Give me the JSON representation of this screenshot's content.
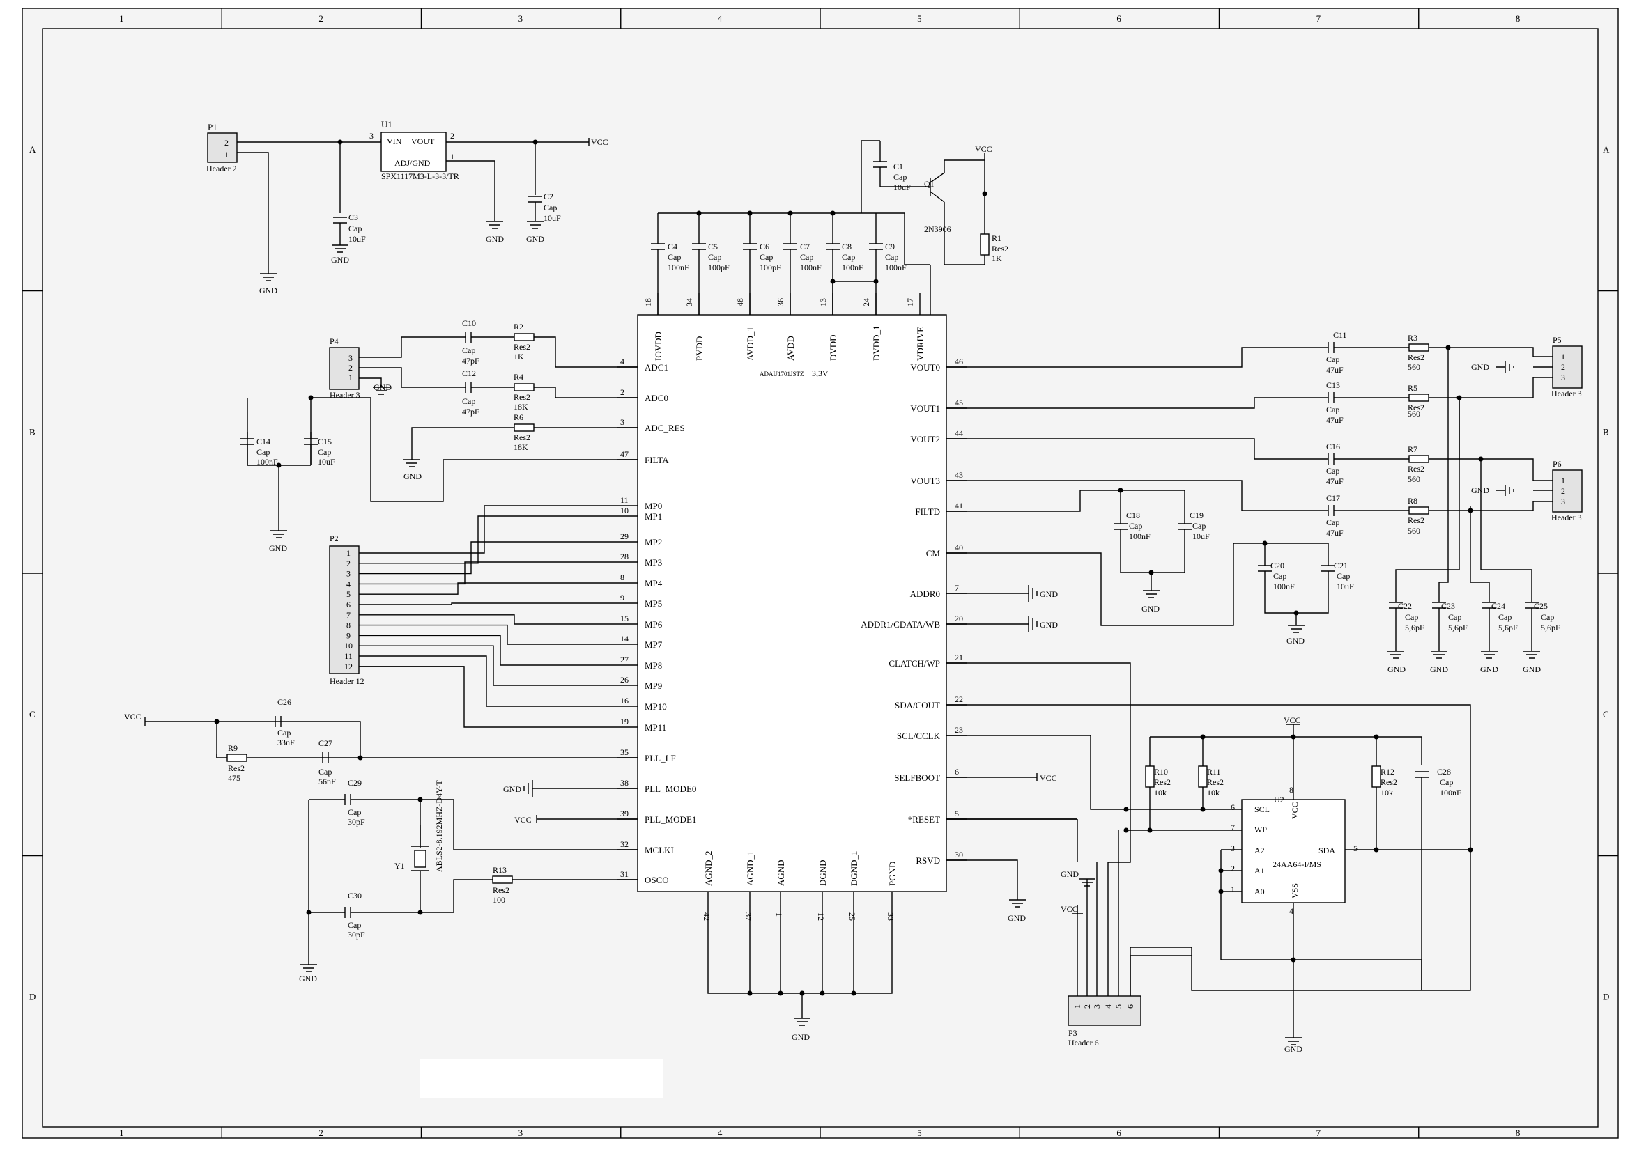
{
  "grid": {
    "columns": [
      "1",
      "2",
      "3",
      "4",
      "5",
      "6",
      "7",
      "8"
    ],
    "rows": [
      "A",
      "B",
      "C",
      "D"
    ]
  },
  "ic": {
    "part": "ADAU1701JSTZ",
    "voltage": "3,3V",
    "top_pins": [
      {
        "name": "IOVDD",
        "num": "18"
      },
      {
        "name": "PVDD",
        "num": "34"
      },
      {
        "name": "AVDD_1",
        "num": "48"
      },
      {
        "name": "AVDD",
        "num": "36"
      },
      {
        "name": "DVDD",
        "num": "13"
      },
      {
        "name": "DVDD_1",
        "num": "24"
      },
      {
        "name": "VDRIVE",
        "num": "17"
      }
    ],
    "left_pins": [
      {
        "name": "ADC1",
        "num": "4"
      },
      {
        "name": "ADC0",
        "num": "2"
      },
      {
        "name": "ADC_RES",
        "num": "3"
      },
      {
        "name": "FILTA",
        "num": "47"
      },
      {
        "name": "MP0",
        "num": "11"
      },
      {
        "name": "MP1",
        "num": "10"
      },
      {
        "name": "MP2",
        "num": "29"
      },
      {
        "name": "MP3",
        "num": "28"
      },
      {
        "name": "MP4",
        "num": "8"
      },
      {
        "name": "MP5",
        "num": "9"
      },
      {
        "name": "MP6",
        "num": "15"
      },
      {
        "name": "MP7",
        "num": "14"
      },
      {
        "name": "MP8",
        "num": "27"
      },
      {
        "name": "MP9",
        "num": "26"
      },
      {
        "name": "MP10",
        "num": "16"
      },
      {
        "name": "MP11",
        "num": "19"
      },
      {
        "name": "PLL_LF",
        "num": "35"
      },
      {
        "name": "PLL_MODE0",
        "num": "38"
      },
      {
        "name": "PLL_MODE1",
        "num": "39"
      },
      {
        "name": "MCLKI",
        "num": "32"
      },
      {
        "name": "OSCO",
        "num": "31"
      }
    ],
    "right_pins": [
      {
        "name": "VOUT0",
        "num": "46"
      },
      {
        "name": "VOUT1",
        "num": "45"
      },
      {
        "name": "VOUT2",
        "num": "44"
      },
      {
        "name": "VOUT3",
        "num": "43"
      },
      {
        "name": "FILTD",
        "num": "41"
      },
      {
        "name": "CM",
        "num": "40"
      },
      {
        "name": "ADDR0",
        "num": "7"
      },
      {
        "name": "ADDR1/CDATA/WB",
        "num": "20"
      },
      {
        "name": "CLATCH/WP",
        "num": "21"
      },
      {
        "name": "SDA/COUT",
        "num": "22"
      },
      {
        "name": "SCL/CCLK",
        "num": "23"
      },
      {
        "name": "SELFBOOT",
        "num": "6"
      },
      {
        "name": "*RESET",
        "num": "5"
      },
      {
        "name": "RSVD",
        "num": "30"
      }
    ],
    "bottom_pins": [
      {
        "name": "AGND_2",
        "num": "42"
      },
      {
        "name": "AGND_1",
        "num": "37"
      },
      {
        "name": "AGND",
        "num": "1"
      },
      {
        "name": "DGND",
        "num": "12"
      },
      {
        "name": "DGND_1",
        "num": "25"
      },
      {
        "name": "PGND",
        "num": "33"
      }
    ]
  },
  "nets": {
    "vcc": "VCC",
    "gnd": "GND"
  },
  "components": {
    "P1": {
      "ref": "P1",
      "type": "Header 2",
      "pins": [
        "2",
        "1"
      ]
    },
    "U1": {
      "ref": "U1",
      "part": "SPX1117M3-L-3-3/TR",
      "pin_vin": "VIN",
      "pin_vout": "VOUT",
      "pin_adj": "ADJ/GND",
      "n3": "3",
      "n2": "2",
      "n1": "1"
    },
    "C3": {
      "ref": "C3",
      "type": "Cap",
      "value": "10uF"
    },
    "C2": {
      "ref": "C2",
      "type": "Cap",
      "value": "10uF"
    },
    "C1": {
      "ref": "C1",
      "type": "Cap",
      "value": "10uF"
    },
    "Q1": {
      "ref": "Q1",
      "part": "2N3906"
    },
    "R1": {
      "ref": "R1",
      "type": "Res2",
      "value": "1K"
    },
    "C4": {
      "ref": "C4",
      "type": "Cap",
      "value": "100nF"
    },
    "C5": {
      "ref": "C5",
      "type": "Cap",
      "value": "100pF"
    },
    "C6": {
      "ref": "C6",
      "type": "Cap",
      "value": "100pF"
    },
    "C7": {
      "ref": "C7",
      "type": "Cap",
      "value": "100nF"
    },
    "C8": {
      "ref": "C8",
      "type": "Cap",
      "value": "100nF"
    },
    "C9": {
      "ref": "C9",
      "type": "Cap",
      "value": "100nF"
    },
    "P4": {
      "ref": "P4",
      "type": "Header 3",
      "pins": [
        "3",
        "2",
        "1"
      ]
    },
    "C10": {
      "ref": "C10",
      "type": "Cap",
      "value": "47pF"
    },
    "C12": {
      "ref": "C12",
      "type": "Cap",
      "value": "47pF"
    },
    "R2": {
      "ref": "R2",
      "type": "Res2",
      "value": "1K"
    },
    "R4": {
      "ref": "R4",
      "type": "Res2",
      "value": "18K"
    },
    "R6": {
      "ref": "R6",
      "type": "Res2",
      "value": "18K"
    },
    "C14": {
      "ref": "C14",
      "type": "Cap",
      "value": "100nF"
    },
    "C15": {
      "ref": "C15",
      "type": "Cap",
      "value": "10uF"
    },
    "P2": {
      "ref": "P2",
      "type": "Header 12",
      "pins": [
        "1",
        "2",
        "3",
        "4",
        "5",
        "6",
        "7",
        "8",
        "9",
        "10",
        "11",
        "12"
      ]
    },
    "C26": {
      "ref": "C26",
      "type": "Cap",
      "value": "33nF"
    },
    "C27": {
      "ref": "C27",
      "type": "Cap",
      "value": "56nF"
    },
    "R9": {
      "ref": "R9",
      "type": "Res2",
      "value": "475"
    },
    "C29": {
      "ref": "C29",
      "type": "Cap",
      "value": "30pF"
    },
    "C30": {
      "ref": "C30",
      "type": "Cap",
      "value": "30pF"
    },
    "Y1": {
      "ref": "Y1",
      "part": "ABLS2-8.192MHZ-D4Y-T"
    },
    "R13": {
      "ref": "R13",
      "type": "Res2",
      "value": "100"
    },
    "C11": {
      "ref": "C11",
      "type": "Cap",
      "value": "47uF"
    },
    "C13": {
      "ref": "C13",
      "type": "Cap",
      "value": "47uF"
    },
    "C16": {
      "ref": "C16",
      "type": "Cap",
      "value": "47uF"
    },
    "C17": {
      "ref": "C17",
      "type": "Cap",
      "value": "47uF"
    },
    "R3": {
      "ref": "R3",
      "type": "Res2",
      "value": "560"
    },
    "R5": {
      "ref": "R5",
      "type": "Res2",
      "value": "560"
    },
    "R7": {
      "ref": "R7",
      "type": "Res2",
      "value": "560"
    },
    "R8": {
      "ref": "R8",
      "type": "Res2",
      "value": "560"
    },
    "P5": {
      "ref": "P5",
      "type": "Header 3",
      "pins": [
        "1",
        "2",
        "3"
      ]
    },
    "P6": {
      "ref": "P6",
      "type": "Header 3",
      "pins": [
        "1",
        "2",
        "3"
      ]
    },
    "C18": {
      "ref": "C18",
      "type": "Cap",
      "value": "100nF"
    },
    "C19": {
      "ref": "C19",
      "type": "Cap",
      "value": "10uF"
    },
    "C20": {
      "ref": "C20",
      "type": "Cap",
      "value": "100nF"
    },
    "C21": {
      "ref": "C21",
      "type": "Cap",
      "value": "10uF"
    },
    "C22": {
      "ref": "C22",
      "type": "Cap",
      "value": "5,6pF"
    },
    "C23": {
      "ref": "C23",
      "type": "Cap",
      "value": "5,6pF"
    },
    "C24": {
      "ref": "C24",
      "type": "Cap",
      "value": "5,6pF"
    },
    "C25": {
      "ref": "C25",
      "type": "Cap",
      "value": "5,6pF"
    },
    "U2": {
      "ref": "U2",
      "part": "24AA64-I/MS",
      "pins": {
        "scl": "SCL",
        "wp": "WP",
        "a2": "A2",
        "a1": "A1",
        "a0": "A0",
        "vcc": "VCC",
        "vss": "VSS",
        "sda": "SDA"
      },
      "nums": {
        "scl": "6",
        "wp": "7",
        "a2": "3",
        "a1": "2",
        "a0": "1",
        "vcc": "8",
        "vss": "4",
        "sda": "5"
      }
    },
    "R10": {
      "ref": "R10",
      "type": "Res2",
      "value": "10k"
    },
    "R11": {
      "ref": "R11",
      "type": "Res2",
      "value": "10k"
    },
    "R12": {
      "ref": "R12",
      "type": "Res2",
      "value": "10k"
    },
    "C28": {
      "ref": "C28",
      "type": "Cap",
      "value": "100nF"
    },
    "P3": {
      "ref": "P3",
      "type": "Header 6",
      "pins": [
        "1",
        "2",
        "3",
        "4",
        "5",
        "6"
      ]
    }
  }
}
